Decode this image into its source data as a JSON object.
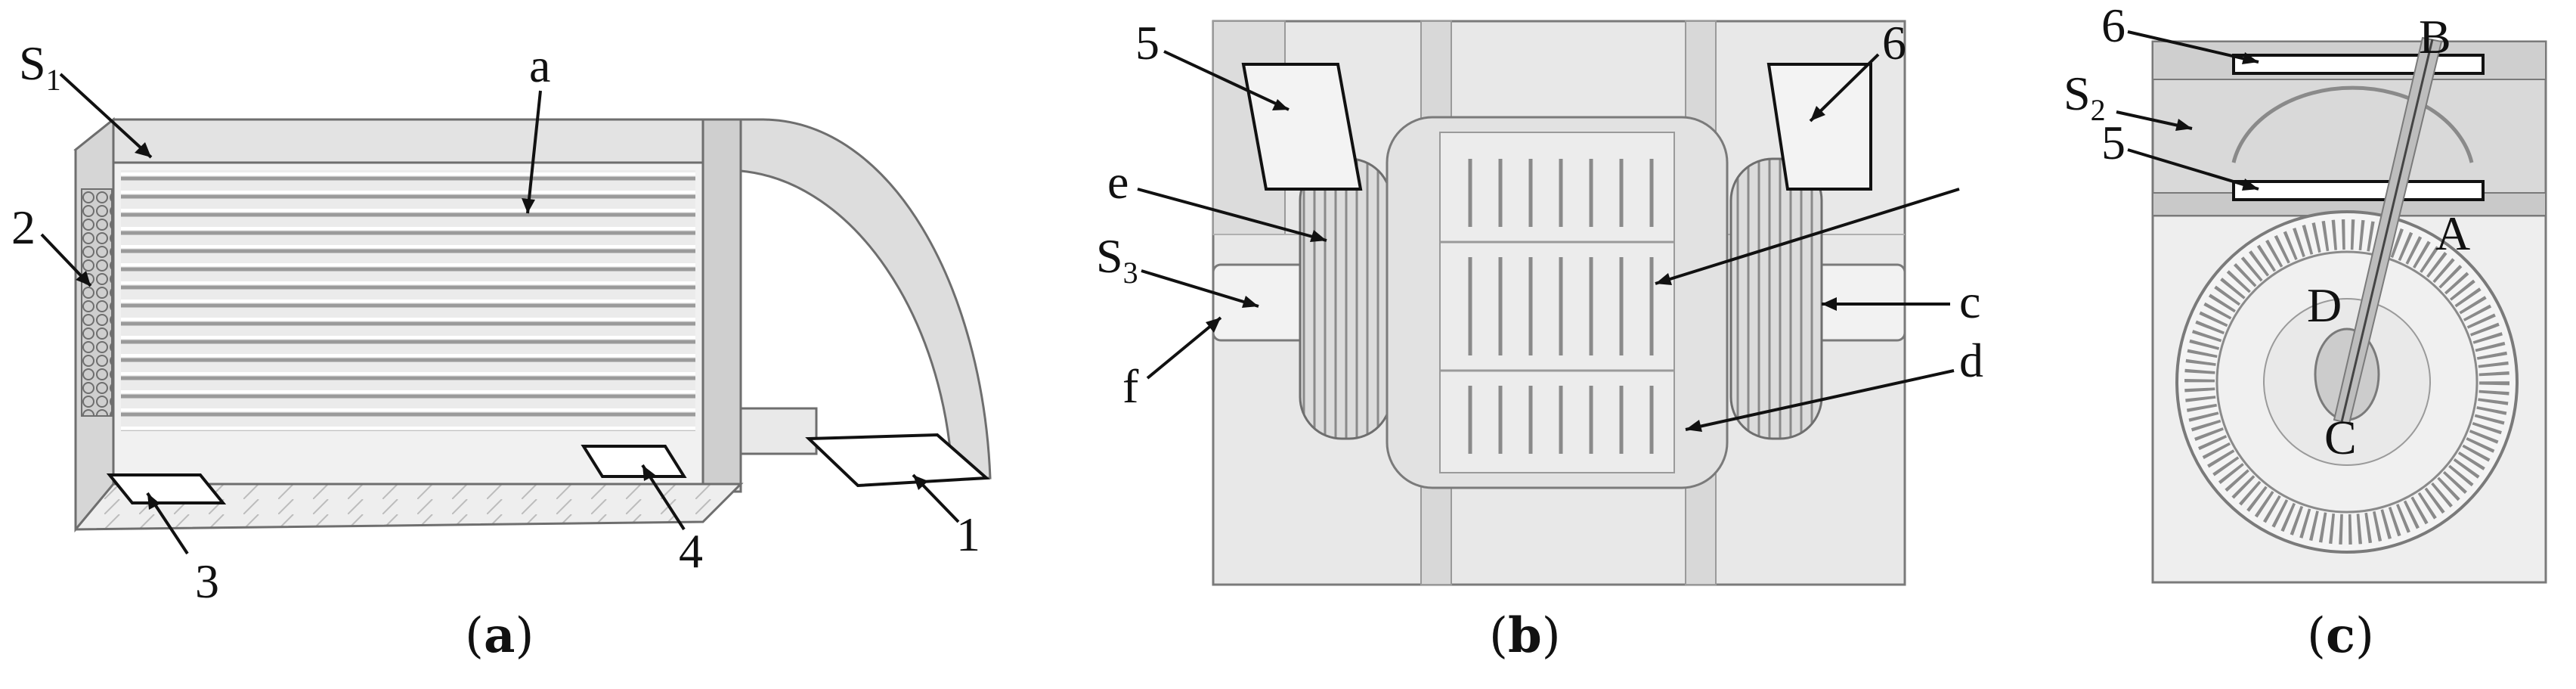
{
  "panel_a": {
    "caption_letter": "a",
    "labels": {
      "s1_main": "S",
      "s1_sub": "1",
      "l_a": "a",
      "l_2": "2",
      "l_3": "3",
      "l_4": "4",
      "l_1": "1"
    }
  },
  "panel_b": {
    "caption_letter": "b",
    "labels": {
      "l_5": "5",
      "l_6": "6",
      "l_e": "e",
      "s3_main": "S",
      "s3_sub": "3",
      "l_f": "f",
      "l_c": "c",
      "l_d": "d"
    }
  },
  "panel_c": {
    "caption_letter": "c",
    "labels": {
      "l_6": "6",
      "l_B": "B",
      "s2_main": "S",
      "s2_sub": "2",
      "l_5": "5",
      "l_A": "A",
      "l_D": "D",
      "l_C": "C"
    }
  },
  "colors": {
    "outline": "#6e6e6e",
    "fill_light": "#e6e6e6",
    "fill_mid": "#d2d2d2",
    "fill_dark": "#a8a8a8"
  }
}
